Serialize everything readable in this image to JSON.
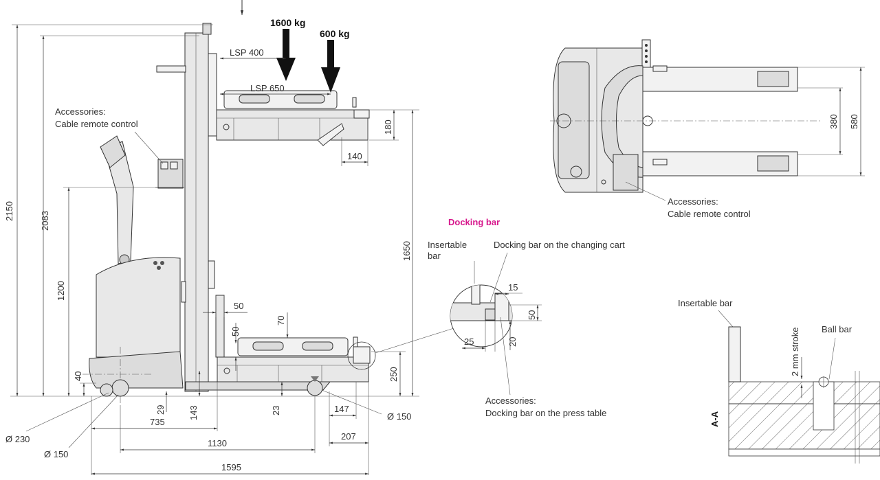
{
  "colors": {
    "accent": "#d6168b",
    "line": "#333333",
    "part_fill": "#e8e8e8"
  },
  "loads": {
    "rated": "1600 kg",
    "reduced": "600 kg"
  },
  "load_centres": {
    "lsp_400": "LSP 400",
    "lsp_650": "LSP 650"
  },
  "dimensions": {
    "total_height": "2150",
    "mast_height": "2083",
    "handle_height": "1200",
    "lift_height": "1650",
    "platform_height": "250",
    "fork_thickness": "180",
    "fork_overhang": "140",
    "side_offset_50a": "50",
    "side_offset_50b": "50",
    "gap_70": "70",
    "chassis_40": "40",
    "clearance_29": "29",
    "height_143": "143",
    "clearance_23": "23",
    "length_735": "735",
    "wheelbase_1130": "1130",
    "length_1595": "1595",
    "offset_147": "147",
    "offset_207": "207",
    "wheel_230": "Ø 230",
    "wheel_150_front": "Ø 150",
    "wheel_150_rear": "Ø 150",
    "fork_inner_380": "380",
    "fork_outer_580": "580"
  },
  "callouts": {
    "accessories_side": {
      "line1": "Accessories:",
      "line2": "Cable remote control"
    },
    "accessories_top": {
      "line1": "Accessories:",
      "line2": "Cable remote control"
    },
    "accessories_press": {
      "line1": "Accessories:",
      "line2": "Docking bar on the press table"
    }
  },
  "docking_detail": {
    "title": "Docking bar",
    "insertable_line1": "Insertable",
    "insertable_line2": "bar",
    "cart_label": "Docking bar on the changing cart",
    "dim_15": "15",
    "dim_50": "50",
    "dim_25": "25",
    "dim_20": "20"
  },
  "section": {
    "label": "A-A",
    "insertable": "Insertable bar",
    "stroke": "2 mm stroke",
    "ball_bar": "Ball bar"
  }
}
